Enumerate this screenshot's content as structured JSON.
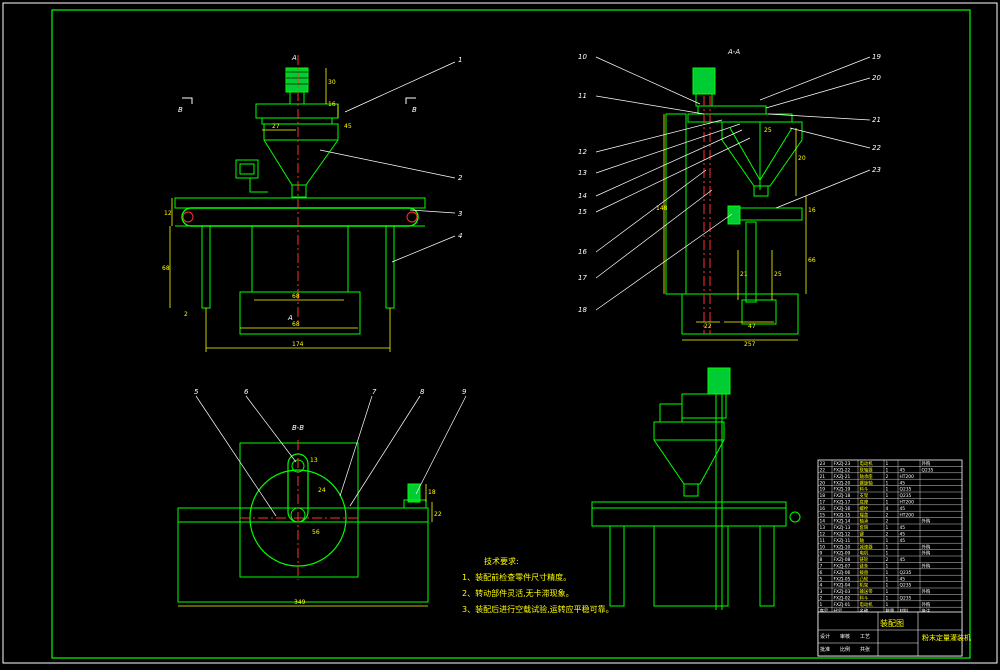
{
  "colors": {
    "bg": "#000000",
    "frame": "#ffffff",
    "machine": "#00ff00",
    "dimension": "#ffff00",
    "leader": "#ffffff",
    "centerline": "#ff3030",
    "motor": "#00cc33",
    "callout": "#ffffff"
  },
  "view_labels": {
    "section_aa": "A-A",
    "section_bb": "B-B",
    "cut_a_top": "A",
    "cut_a_bottom": "A",
    "cut_b_left": "B",
    "cut_b_right": "B"
  },
  "callouts_front": [
    "1",
    "2",
    "3",
    "4"
  ],
  "callouts_bottom": [
    "5",
    "6",
    "7",
    "8",
    "9"
  ],
  "callouts_side_left": [
    "10",
    "11",
    "12",
    "13",
    "14",
    "15",
    "16",
    "17",
    "18"
  ],
  "callouts_side_right": [
    "19",
    "20",
    "21",
    "22",
    "23"
  ],
  "dims_front": {
    "d_top_h": "30",
    "d_top_h2": "16",
    "d_flange": "27",
    "d_small": "45",
    "d_left": "12",
    "d_height": "68",
    "d_inner": "68",
    "d_inner2": "68",
    "d_overall": "174",
    "d_foot": "2"
  },
  "dims_side": {
    "d_hopper": "25",
    "d_height_total": "148",
    "d_right_upper": "20",
    "d_right_lower": "66",
    "d_inner_a": "21",
    "d_inner_b": "25",
    "d_base_a": "22",
    "d_base_b": "47",
    "d_base_total": "257",
    "d_small_r": "16"
  },
  "dims_bottom": {
    "d_total": "349",
    "d_motor_h": "18",
    "d_motor_w": "22",
    "d_wheel_1": "13",
    "d_wheel_2": "24",
    "d_wheel_3": "56"
  },
  "notes": {
    "title": "技术要求:",
    "lines": [
      "1、装配前检查零件尺寸精度。",
      "2、转动部件灵活,无卡滞现象。",
      "3、装配后进行空载试验,运转应平稳可靠。"
    ]
  },
  "title_block": {
    "drawing_name": "装配图",
    "machine_name": "粉末定量灌装机",
    "rows": [
      [
        "23",
        "FXZJ-23",
        "电动机",
        "1",
        "",
        "外购"
      ],
      [
        "22",
        "FXZJ-22",
        "联轴器",
        "1",
        "45",
        "Q235"
      ],
      [
        "21",
        "FXZJ-21",
        "轴承座",
        "2",
        "HT200",
        ""
      ],
      [
        "20",
        "FXZJ-20",
        "螺旋轴",
        "1",
        "45",
        ""
      ],
      [
        "19",
        "FXZJ-19",
        "料斗",
        "1",
        "Q235",
        ""
      ],
      [
        "18",
        "FXZJ-18",
        "支架",
        "1",
        "Q235",
        ""
      ],
      [
        "17",
        "FXZJ-17",
        "底座",
        "1",
        "HT200",
        ""
      ],
      [
        "16",
        "FXZJ-16",
        "螺栓",
        "4",
        "45",
        ""
      ],
      [
        "15",
        "FXZJ-15",
        "端盖",
        "2",
        "HT200",
        ""
      ],
      [
        "14",
        "FXZJ-14",
        "轴承",
        "2",
        "",
        "外购"
      ],
      [
        "13",
        "FXZJ-13",
        "套筒",
        "1",
        "45",
        ""
      ],
      [
        "12",
        "FXZJ-12",
        "键",
        "2",
        "45",
        ""
      ],
      [
        "11",
        "FXZJ-11",
        "轴",
        "1",
        "45",
        ""
      ],
      [
        "10",
        "FXZJ-10",
        "减速器",
        "1",
        "",
        "外购"
      ],
      [
        "9",
        "FXZJ-09",
        "电机",
        "1",
        "",
        "外购"
      ],
      [
        "8",
        "FXZJ-08",
        "链轮",
        "2",
        "45",
        ""
      ],
      [
        "7",
        "FXZJ-07",
        "链条",
        "1",
        "",
        "外购"
      ],
      [
        "6",
        "FXZJ-06",
        "拨盘",
        "1",
        "Q235",
        ""
      ],
      [
        "5",
        "FXZJ-05",
        "凸轮",
        "1",
        "45",
        ""
      ],
      [
        "4",
        "FXZJ-04",
        "机架",
        "1",
        "Q235",
        ""
      ],
      [
        "3",
        "FXZJ-03",
        "输送带",
        "1",
        "",
        "外购"
      ],
      [
        "2",
        "FXZJ-02",
        "料斗",
        "1",
        "Q235",
        ""
      ],
      [
        "1",
        "FXZJ-01",
        "电动机",
        "1",
        "",
        "外购"
      ]
    ],
    "header": [
      "序号",
      "代号",
      "名称",
      "数量",
      "材料",
      "备注"
    ],
    "footer_labels": [
      "设计",
      "审核",
      "工艺",
      "批准",
      "比例",
      "共张"
    ]
  }
}
